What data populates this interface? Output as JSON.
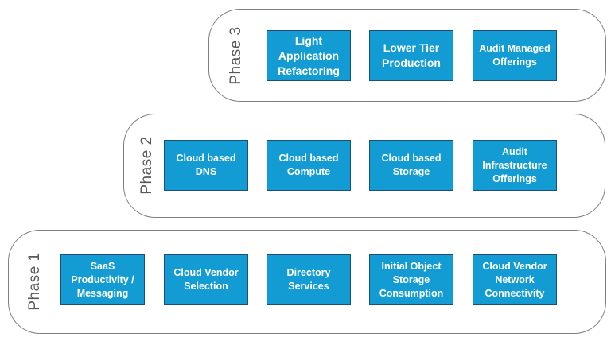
{
  "phases": {
    "phase3": {
      "label": "Phase 3",
      "items": [
        "Light\nApplication\nRefactoring",
        "Lower Tier\nProduction",
        "Audit Managed\nOfferings"
      ]
    },
    "phase2": {
      "label": "Phase 2",
      "items": [
        "Cloud based\nDNS",
        "Cloud based\nCompute",
        "Cloud based\nStorage",
        "Audit\nInfrastructure\nOfferings"
      ]
    },
    "phase1": {
      "label": "Phase 1",
      "items": [
        "SaaS\nProductivity /\nMessaging",
        "Cloud Vendor\nSelection",
        "Directory\nServices",
        "Initial Object\nStorage\nConsumption",
        "Cloud Vendor\nNetwork\nConnectivity"
      ]
    }
  },
  "colors": {
    "box_fill": "#139cd4",
    "box_border": "#1f4e79",
    "box_text": "#ffffff",
    "panel_border": "#7f7f7f",
    "label_text": "#595959"
  }
}
